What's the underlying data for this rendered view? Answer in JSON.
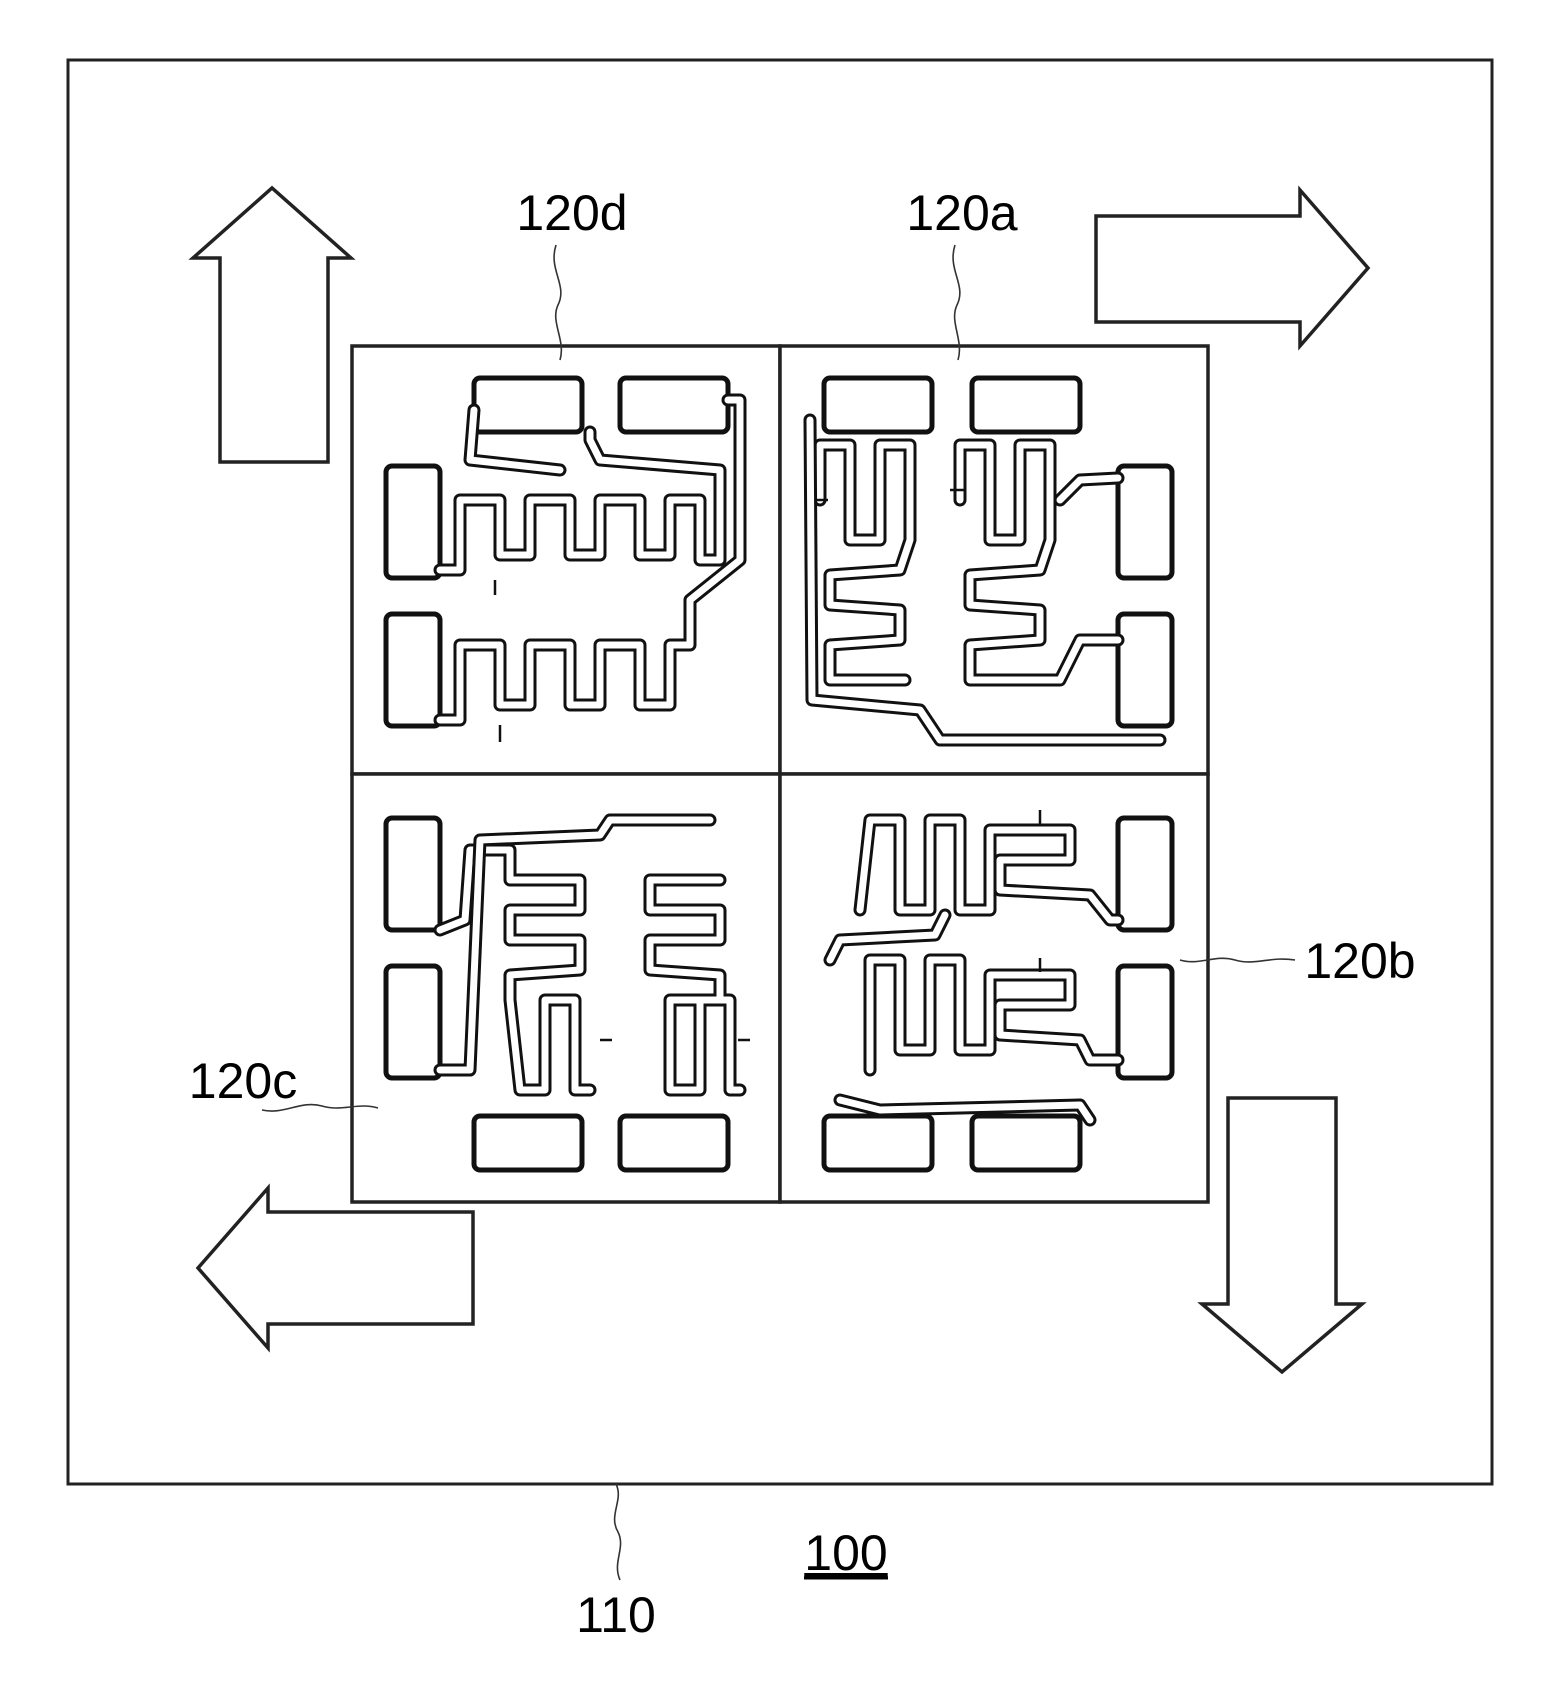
{
  "labels": {
    "figure_number": "100",
    "substrate": "110",
    "sensor_a": "120a",
    "sensor_b": "120b",
    "sensor_c": "120c",
    "sensor_d": "120d"
  }
}
